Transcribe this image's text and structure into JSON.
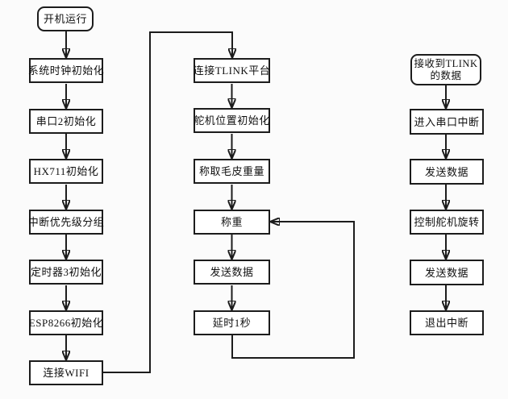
{
  "diagram": {
    "title_hint": "firmware-flowchart",
    "colors": {
      "line": "#1c1c1c",
      "box_fill": "#ffffff",
      "background": "#fbfbfb",
      "text": "#111111"
    },
    "columns": {
      "init": {
        "start": "开机运行",
        "steps": [
          "系统时钟初始化",
          "串口2初始化",
          "HX711初始化",
          "中断优先级分组",
          "定时器3初始化",
          "ESP8266初始化",
          "连接WIFI"
        ]
      },
      "main_loop": {
        "steps": [
          "连接TLINK平台",
          "舵机位置初始化",
          "称取毛皮重量",
          "称重",
          "发送数据",
          "延时1秒"
        ]
      },
      "interrupt": {
        "start_lines": [
          "接收到TLINK",
          "的数据"
        ],
        "steps": [
          "进入串口中断",
          "发送数据",
          "控制舵机旋转",
          "发送数据",
          "退出中断"
        ]
      }
    }
  }
}
